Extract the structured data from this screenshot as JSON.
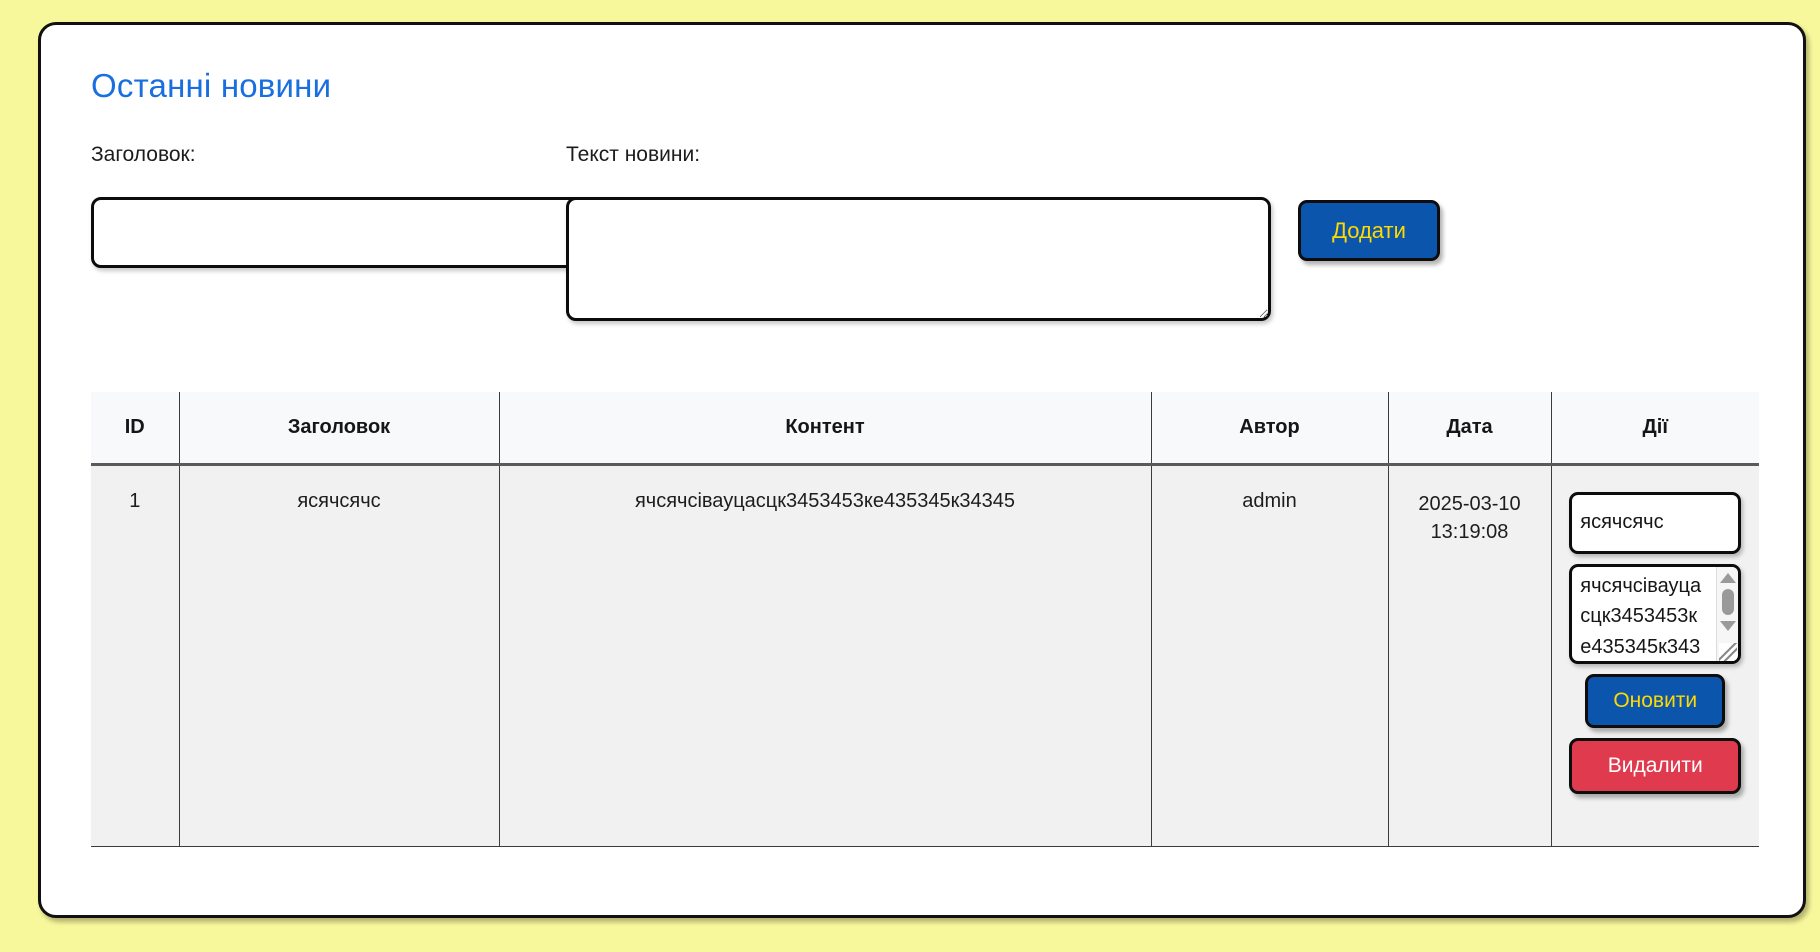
{
  "page": {
    "title": "Останні новини",
    "background_color": "#f7f79b",
    "accent_color": "#1a6fe0"
  },
  "form": {
    "title_label": "Заголовок:",
    "title_value": "",
    "content_label": "Текст новини:",
    "content_value": "",
    "add_label": "Додати",
    "add_button_color": "#0b55ad",
    "add_button_text_color": "#ffd900"
  },
  "table": {
    "headers": [
      "ID",
      "Заголовок",
      "Контент",
      "Автор",
      "Дата",
      "Дії"
    ],
    "rows": [
      {
        "id": "1",
        "title": "ясячсячс",
        "content": "ячсячсівауцасцк3453453ке435345к34345",
        "author": "admin",
        "date": "2025-03-10 13:19:08",
        "actions": {
          "edit_title_value": "ясячсячс",
          "edit_content_value": "ячсячсівауцасцк3453453ке435345к34345",
          "update_label": "Оновити",
          "delete_label": "Видалити",
          "update_button_color": "#0b55ad",
          "update_button_text_color": "#ffd900",
          "delete_button_color": "#e03a4e",
          "delete_button_text_color": "#ffffff"
        }
      }
    ]
  }
}
